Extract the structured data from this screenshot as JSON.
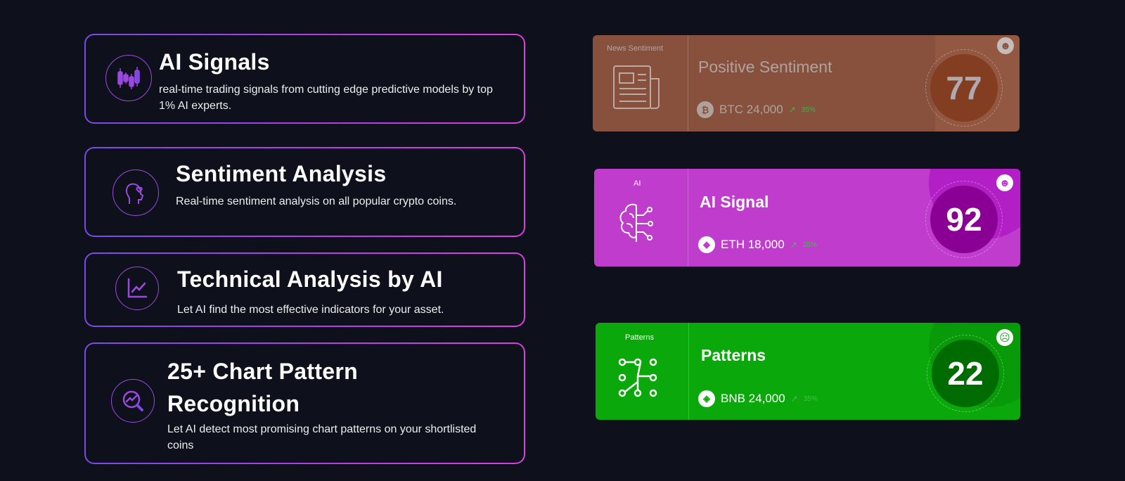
{
  "features": [
    {
      "title": "AI Signals",
      "desc": "real-time trading signals from cutting edge predictive models by top 1% AI experts."
    },
    {
      "title": "Sentiment Analysis",
      "desc": "Real-time sentiment analysis on all popular crypto coins."
    },
    {
      "title": "Technical Analysis by AI",
      "desc": "Let AI find the most effective indicators for your asset."
    },
    {
      "title": "25+ Chart Pattern Recognition",
      "desc": "Let AI detect most promising chart patterns on your shortlisted coins"
    }
  ],
  "cards": [
    {
      "label": "News Sentiment",
      "title": "Positive Sentiment",
      "coin": "BTC 24,000",
      "coin_symbol": "₿",
      "change": "35%",
      "score": "77",
      "color": "#8f553f"
    },
    {
      "label": "AI",
      "title": "AI Signal",
      "coin": "ETH 18,000",
      "coin_symbol": "◆",
      "change": "35%",
      "score": "92",
      "color": "#bf3ccc"
    },
    {
      "label": "Patterns",
      "title": "Patterns",
      "coin": "BNB 24,000",
      "coin_symbol": "◈",
      "change": "35%",
      "score": "22",
      "color": "#0aa80a"
    }
  ]
}
